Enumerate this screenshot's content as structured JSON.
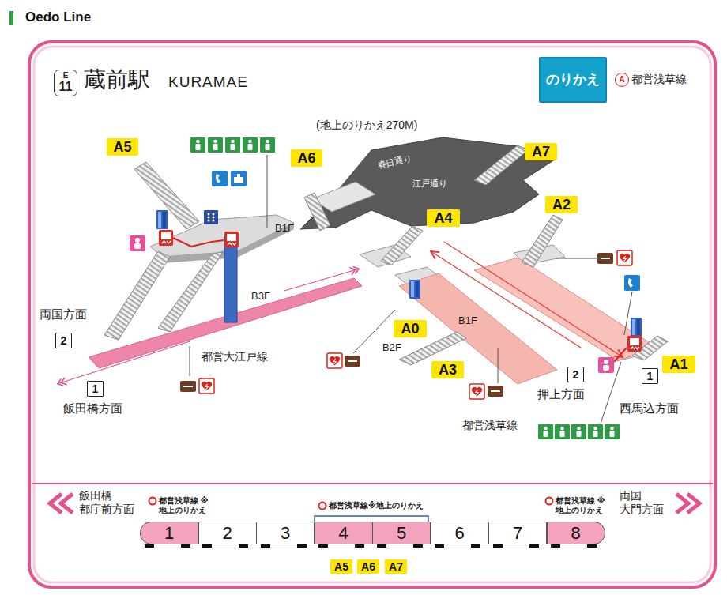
{
  "diagram": {
    "title": "Oedo Line",
    "nodes": [
      {
        "text": [
          "E",
          "11"
        ]
      },
      {
        "text": [
          "のりかえ"
        ]
      },
      {
        "text": [
          "A"
        ]
      },
      {
        "text": [
          "A5"
        ]
      },
      {
        "text": [
          "A6"
        ]
      },
      {
        "text": [
          "A7"
        ]
      },
      {
        "text": [
          "A2"
        ]
      },
      {
        "text": [
          "A4"
        ]
      },
      {
        "text": [
          "A0"
        ]
      },
      {
        "text": [
          "2"
        ]
      },
      {
        "text": [
          "A1"
        ]
      },
      {
        "text": [
          "A3"
        ]
      },
      {
        "text": [
          "2"
        ]
      },
      {
        "text": [
          "1"
        ]
      },
      {
        "text": [
          "1"
        ]
      },
      {
        "text": [
          "1"
        ]
      },
      {
        "text": [
          "2"
        ]
      },
      {
        "text": [
          "3"
        ]
      },
      {
        "text": [
          "4"
        ]
      },
      {
        "text": [
          "5"
        ]
      },
      {
        "text": [
          "6"
        ]
      },
      {
        "text": [
          "7"
        ]
      },
      {
        "text": [
          "8"
        ]
      },
      {
        "text": [
          "A5"
        ]
      },
      {
        "text": [
          "A6"
        ]
      },
      {
        "text": [
          "A7"
        ]
      }
    ],
    "labels": [
      "蔵前駅",
      "KURAMAE",
      "都営浅草線",
      "(地上のりかえ270M)",
      "春日通り",
      "江戸通り",
      "B1F",
      "B3F",
      "両国方面",
      "B1F",
      "B2F",
      "都営大江戸線",
      "押上方面",
      "飯田橋方面",
      "西馬込方面",
      "都営浅草線",
      "飯田橋 都庁前方面",
      "都営浅草線 ※地上のりかえ",
      "都営浅草線※地上のりかえ",
      "都営浅草線 ※地上のりかえ",
      "両国 大門方面"
    ]
  }
}
